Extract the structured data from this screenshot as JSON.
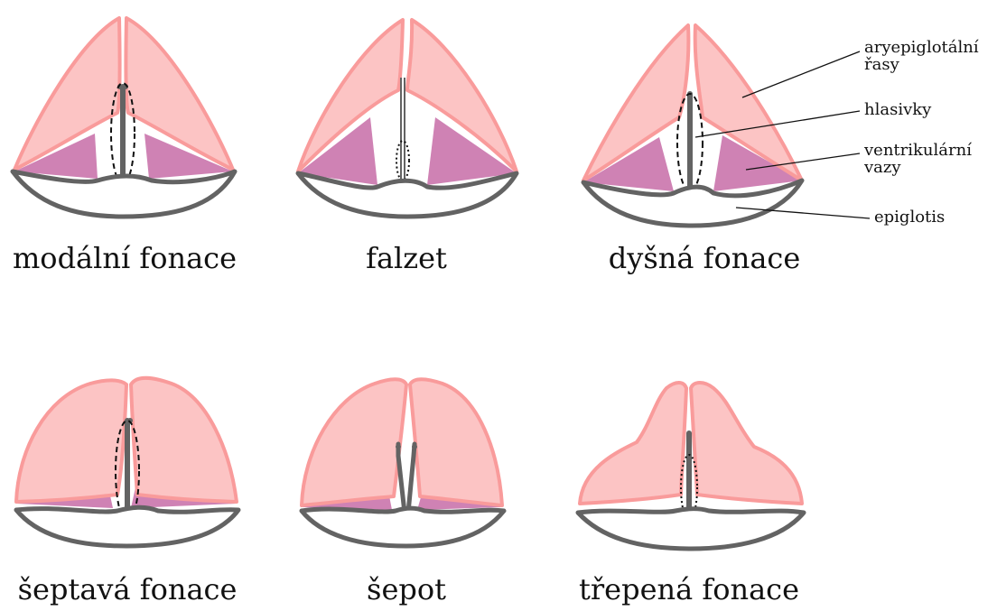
{
  "diagrams": [
    {
      "caption": "modální fonace",
      "icon": "larynx-modal-phonation"
    },
    {
      "caption": "falzet",
      "icon": "larynx-falsetto"
    },
    {
      "caption": "dyšná fonace",
      "icon": "larynx-breathy-phonation"
    },
    {
      "caption": "šeptavá fonace",
      "icon": "larynx-whispery-phonation"
    },
    {
      "caption": "šepot",
      "icon": "larynx-whisper"
    },
    {
      "caption": "třepená fonace",
      "icon": "larynx-creaky-phonation"
    }
  ],
  "labels": {
    "aryepiglottic": [
      "aryepiglotální",
      "řasy"
    ],
    "vocal_folds": "hlasivky",
    "ventricular": [
      "ventrikulární",
      "vazy"
    ],
    "epiglottis": "epiglotis"
  },
  "colors": {
    "fold_fill": "#fcc4c4",
    "fold_stroke": "#f99b9b",
    "ventricular_fill": "#cf82b4",
    "outline": "#636363",
    "text": "#111111"
  }
}
